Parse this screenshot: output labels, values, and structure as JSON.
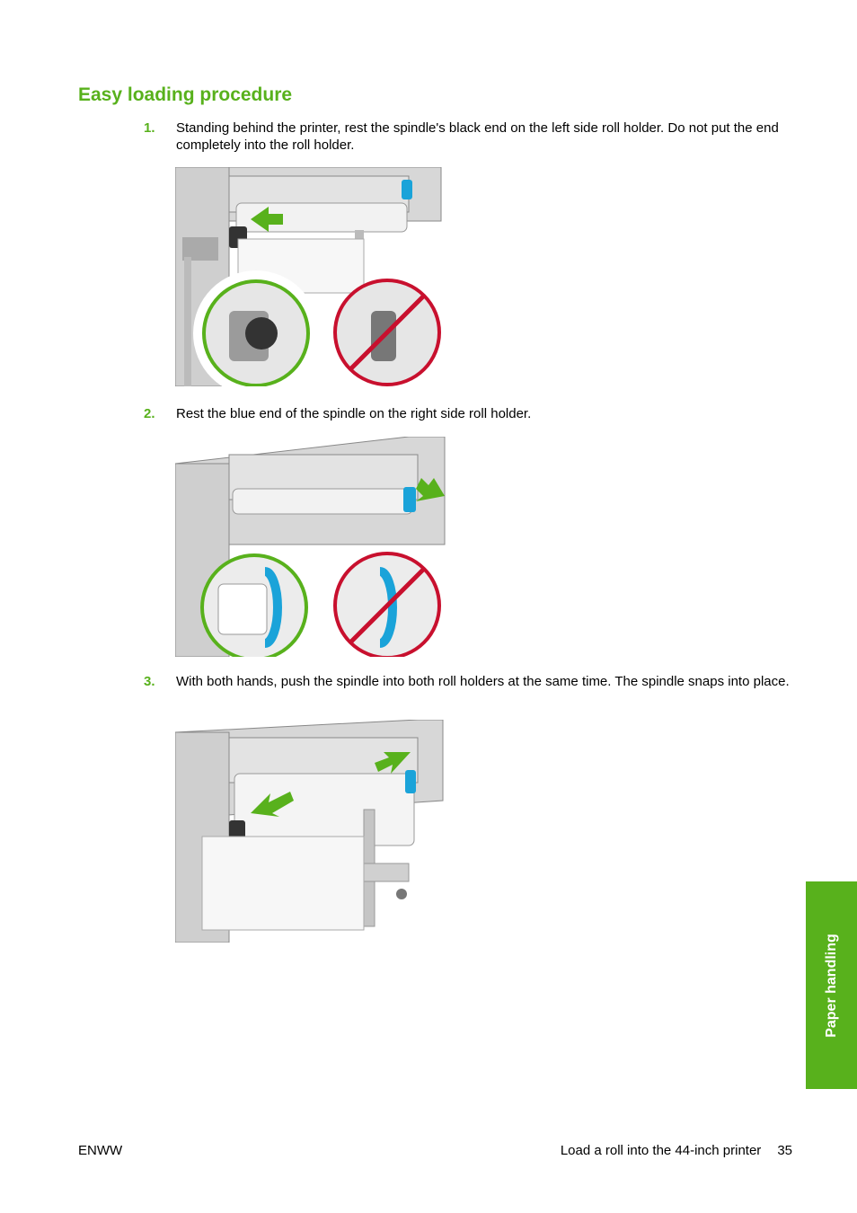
{
  "page": {
    "title": "Easy loading procedure",
    "steps": [
      {
        "number": "1.",
        "text": "Standing behind the printer, rest the spindle's black end on the left side roll holder. Do not put the end completely into the roll holder."
      },
      {
        "number": "2.",
        "text": "Rest the blue end of the spindle on the right side roll holder."
      },
      {
        "number": "3.",
        "text": "With both hands, push the spindle into both roll holders at the same time. The spindle snaps into place."
      }
    ]
  },
  "side_tab": {
    "label": "Paper handling"
  },
  "footer": {
    "left": "ENWW",
    "section": "Load a roll into the 44-inch printer",
    "page_number": "35"
  },
  "colors": {
    "accent": "#58b11c",
    "wrong": "#c8102e",
    "spindle_blue": "#1aa3d9"
  }
}
